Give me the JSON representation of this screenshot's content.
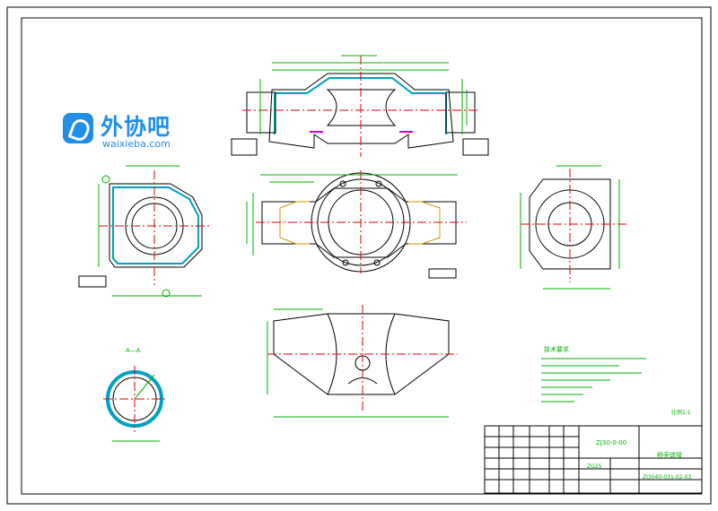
{
  "watermark": {
    "name": "外协吧",
    "url": "waixieba.com",
    "color": "#1f8fe8"
  },
  "drawing": {
    "line_color": "#000000",
    "dimension_color": "#00b000",
    "centerline_color": "#e00000",
    "hatch_color": "#00a0c0",
    "hidden_color": "#c0a000",
    "accent_color": "#d000d0",
    "section_label": "A—A",
    "note_heading": "技术要求",
    "sheet_marker": "比例1:1"
  },
  "title_block": {
    "drawing_no": "ZJ30-0-00",
    "part_name": "桥壳焊接",
    "material": "ZG25",
    "code": "ZJ3040-031-02-03"
  }
}
